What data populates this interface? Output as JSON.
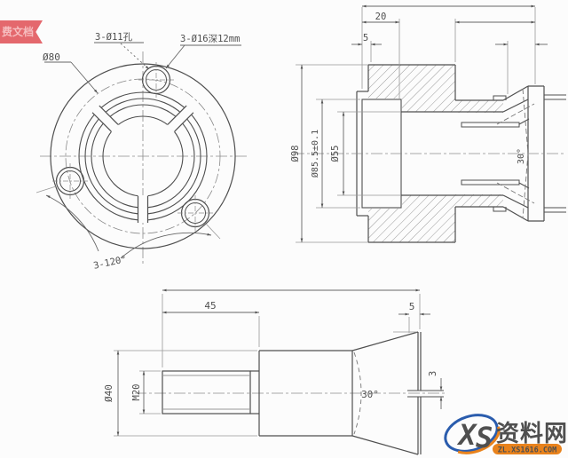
{
  "ribbon": {
    "label": "费文档"
  },
  "front_view": {
    "bolt_circle_dia": "Ø80",
    "holes": "3-Ø11孔",
    "counterbore": "3-Ø16深12mm",
    "hole_spacing": "3-120°"
  },
  "section_view": {
    "recess_depth": "20",
    "lip_depth": "5",
    "outer_dia": "Ø98",
    "recess_dia": "Ø85.5±0.1",
    "bore_dia": "Ø55",
    "taper_angle": "30°"
  },
  "side_view": {
    "thread_length": "45",
    "tip_land": "5",
    "shaft_dia": "Ø40",
    "thread": "M20",
    "taper_angle": "30°",
    "slot_width": "3"
  },
  "watermark": {
    "logo_x": "X",
    "logo_s": "S",
    "site_name": "资料网",
    "site_url": "ZL.XS1616.COM"
  },
  "colors": {
    "line": "#4f4f4f",
    "ribbon_bg": "#e4686d",
    "logo_red": "#e23c3c",
    "logo_blue": "#23418f",
    "logo_orange": "#e8821c"
  }
}
